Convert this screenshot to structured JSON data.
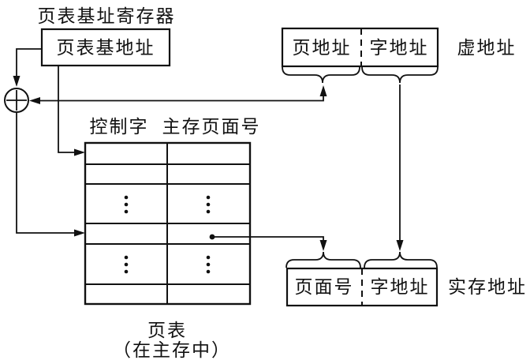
{
  "ptbr": {
    "label": "页表基址寄存器",
    "value": "页表基地址"
  },
  "adder": {
    "symbol": "+"
  },
  "virtual_address": {
    "field_page": "页地址",
    "field_word": "字地址",
    "label": "虚地址"
  },
  "page_table": {
    "header_control": "控制字",
    "header_page_number": "主存页面号",
    "rows": [
      "empty",
      "empty",
      "ellipsis",
      "selected-entry",
      "ellipsis",
      "empty"
    ],
    "caption": "页表",
    "caption_note": "（在主存中）"
  },
  "real_address": {
    "field_page": "页面号",
    "field_word": "字地址",
    "label": "实存地址"
  },
  "colors": {
    "line": "#111111",
    "background": "#ffffff"
  }
}
